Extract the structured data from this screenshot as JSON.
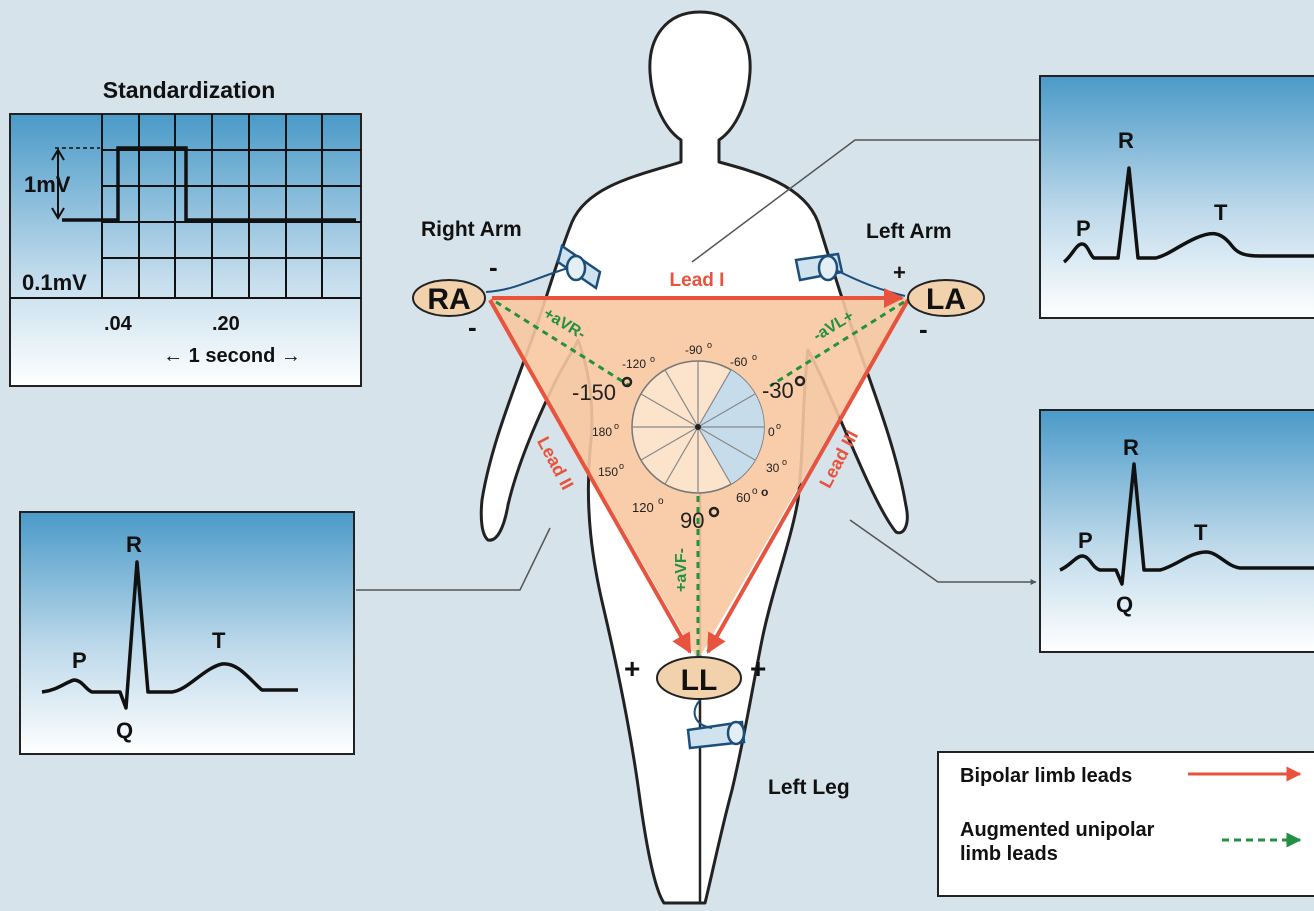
{
  "standardization": {
    "title": "Standardization",
    "amplitude_label": "1mV",
    "small_box_label": "0.1mV",
    "time_small": ".04",
    "time_large": ".20",
    "duration_label": "← 1 second →"
  },
  "limbs": {
    "right_arm": "Right Arm",
    "left_arm": "Left Arm",
    "left_leg": "Left Leg"
  },
  "electrodes": {
    "ra": "RA",
    "la": "LA",
    "ll": "LL"
  },
  "leads": {
    "lead1": "Lead I",
    "lead2": "Lead II",
    "lead3": "Lead III",
    "avr": "+aVR-",
    "avl": "-aVL+",
    "avf": "+aVF-"
  },
  "polarity": {
    "minus": "-",
    "plus": "+"
  },
  "hexaxial": {
    "m150": "-150",
    "m120": "-120",
    "m90": "-90",
    "m60": "-60",
    "m30": "-30",
    "p0": "0",
    "p30": "30",
    "p60": "60",
    "p90": "90",
    "p120": "120",
    "p150": "150",
    "p180": "180",
    "degree": "o"
  },
  "ecg_waves": {
    "p": "P",
    "q": "Q",
    "r": "R",
    "t": "T"
  },
  "legend": {
    "bipolar": "Bipolar limb leads",
    "augmented_line1": "Augmented unipolar",
    "augmented_line2": "limb leads"
  },
  "colors": {
    "background": "#d6e3ea",
    "bipolar_lead": "#e8533e",
    "augmented_lead": "#249043",
    "triangle_fill": "#f8c8a0",
    "panel_top": "#4a9ac8",
    "electrode_fill": "#f2d2ad"
  }
}
